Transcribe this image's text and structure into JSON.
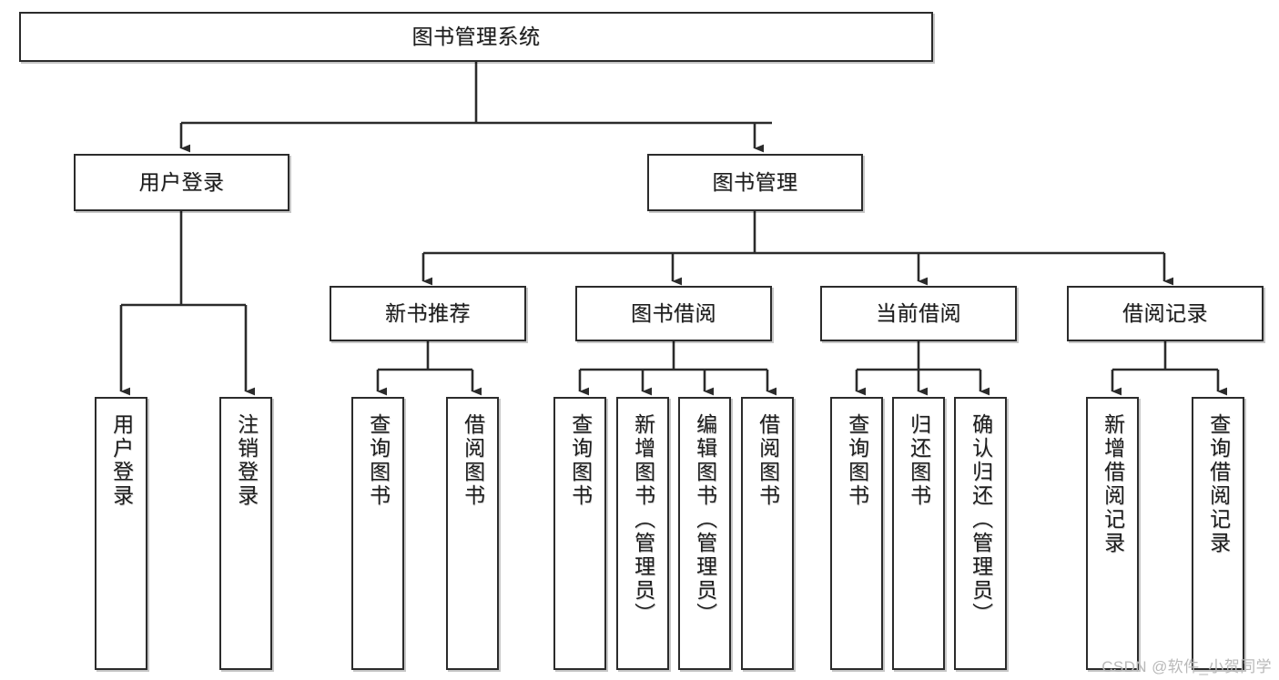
{
  "diagram": {
    "type": "tree-hierarchy",
    "title": "图书管理系统",
    "root": {
      "label": "图书管理系统"
    },
    "level2": [
      {
        "id": "user-login",
        "label": "用户登录"
      },
      {
        "id": "book-management",
        "label": "图书管理"
      }
    ],
    "level3": [
      {
        "id": "new-book-recommend",
        "label": "新书推荐",
        "parent": "book-management"
      },
      {
        "id": "book-borrow",
        "label": "图书借阅",
        "parent": "book-management"
      },
      {
        "id": "current-borrow",
        "label": "当前借阅",
        "parent": "book-management"
      },
      {
        "id": "borrow-record",
        "label": "借阅记录",
        "parent": "book-management"
      }
    ],
    "leaves": [
      {
        "id": "leaf-user-login",
        "label": "用户登录",
        "parent": "user-login"
      },
      {
        "id": "leaf-logout-login",
        "label": "注销登录",
        "parent": "user-login"
      },
      {
        "id": "leaf-query-book-1",
        "label": "查询图书",
        "parent": "new-book-recommend"
      },
      {
        "id": "leaf-borrow-book-1",
        "label": "借阅图书",
        "parent": "new-book-recommend"
      },
      {
        "id": "leaf-query-book-2",
        "label": "查询图书",
        "parent": "book-borrow"
      },
      {
        "id": "leaf-add-book",
        "label": "新增图书（管理员）",
        "parent": "book-borrow"
      },
      {
        "id": "leaf-edit-book",
        "label": "编辑图书（管理员）",
        "parent": "book-borrow"
      },
      {
        "id": "leaf-borrow-book-2",
        "label": "借阅图书",
        "parent": "book-borrow"
      },
      {
        "id": "leaf-query-book-3",
        "label": "查询图书",
        "parent": "current-borrow"
      },
      {
        "id": "leaf-return-book",
        "label": "归还图书",
        "parent": "current-borrow"
      },
      {
        "id": "leaf-confirm-return",
        "label": "确认归还（管理员）",
        "parent": "current-borrow"
      },
      {
        "id": "leaf-add-record",
        "label": "新增借阅记录",
        "parent": "borrow-record"
      },
      {
        "id": "leaf-query-record",
        "label": "查询借阅记录",
        "parent": "borrow-record"
      }
    ],
    "colors": {
      "stroke": "#2b2b2b",
      "fill": "#ffffff",
      "text": "#1d1d1d",
      "watermark": "#b9b9b9"
    }
  },
  "watermark": {
    "text": "CSDN @软件_小贺同学"
  }
}
